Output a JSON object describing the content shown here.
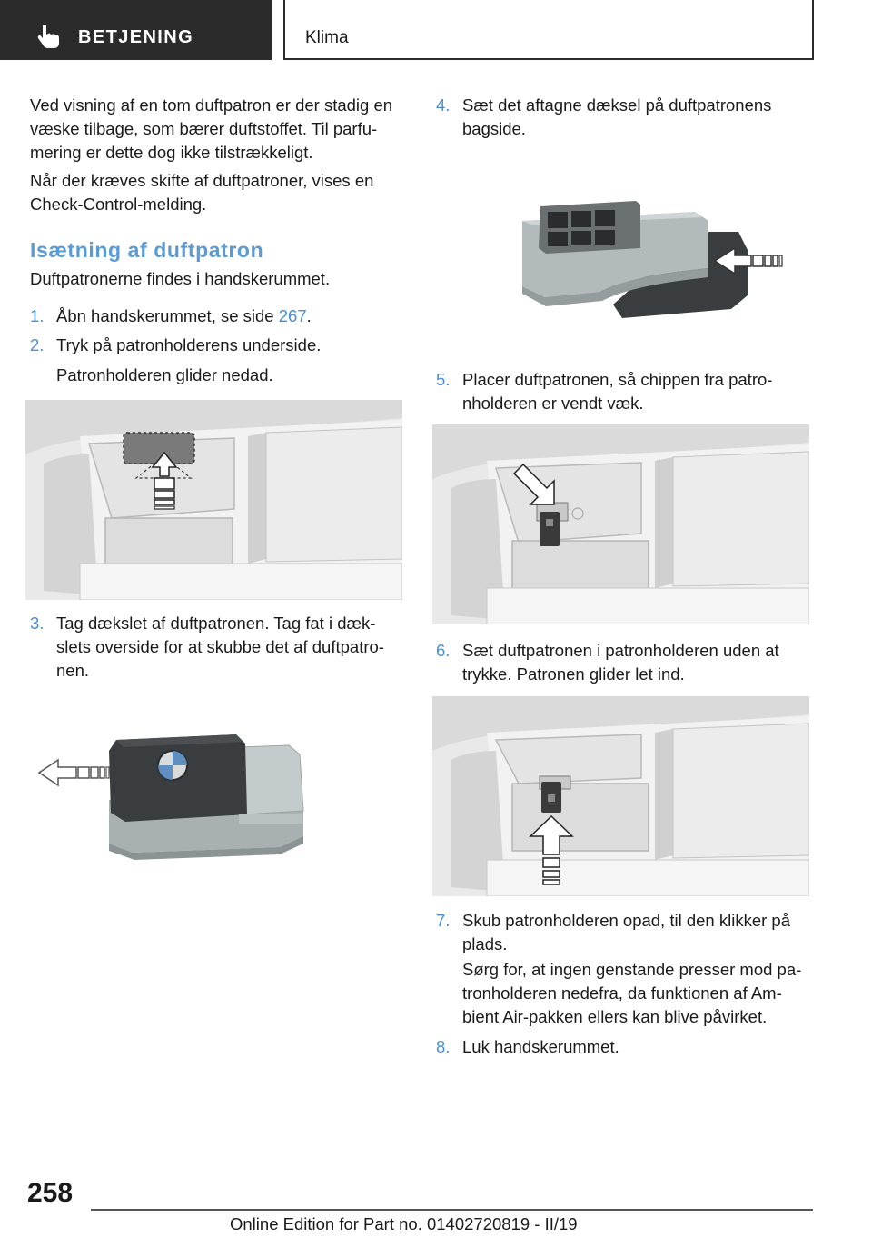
{
  "header": {
    "section": "BETJENING",
    "topic": "Klima"
  },
  "left": {
    "intro_p1": [
      "Ved visning af en tom duftpatron er der stadig en",
      "væske tilbage, som bærer duftstoffet. Til parfu-",
      "mering er dette dog ikke tilstrækkeligt."
    ],
    "intro_p2": [
      "Når der kræves skifte af duftpatroner, vises en",
      "Check-Control-melding."
    ],
    "heading": "Isætning af duftpatron",
    "lead": "Duftpatronerne findes i handskerummet.",
    "step1_num": "1.",
    "step1_text": "Åbn handskerummet, se side ",
    "step1_link": "267",
    "step1_end": ".",
    "step2_num": "2.",
    "step2_text": "Tryk på patronholderens underside.",
    "step2_sub": "Patronholderen glider nedad.",
    "step3_num": "3.",
    "step3_lines": [
      "Tag dækslet af duftpatronen. Tag fat i dæk-",
      "slets overside for at skubbe det af duftpatro-",
      "nen."
    ]
  },
  "right": {
    "step4_num": "4.",
    "step4_lines": [
      "Sæt det aftagne dæksel på duftpatronens",
      "bagside."
    ],
    "step5_num": "5.",
    "step5_lines": [
      "Placer duftpatronen, så chippen fra patro-",
      "nholderen er vendt væk."
    ],
    "step6_num": "6.",
    "step6_lines": [
      "Sæt duftpatronen i patronholderen uden at",
      "trykke. Patronen glider let ind."
    ],
    "step7_num": "7.",
    "step7_lines": [
      "Skub patronholderen opad, til den klikker på",
      "plads."
    ],
    "step7_sub": [
      "Sørg for, at ingen genstande presser mod pa-",
      "tronholderen nedefra, da funktionen af Am-",
      "bient Air-pakken ellers kan blive påvirket."
    ],
    "step8_num": "8.",
    "step8_text": "Luk handskerummet."
  },
  "footer": {
    "page_number": "258",
    "edition": "Online Edition for Part no. 01402720819 - II/19"
  },
  "icons": {
    "header": "hand-pointer-icon"
  },
  "colors": {
    "header_bg": "#2b2b2b",
    "accent": "#4a8fd1",
    "heading": "#5b9bd5"
  }
}
